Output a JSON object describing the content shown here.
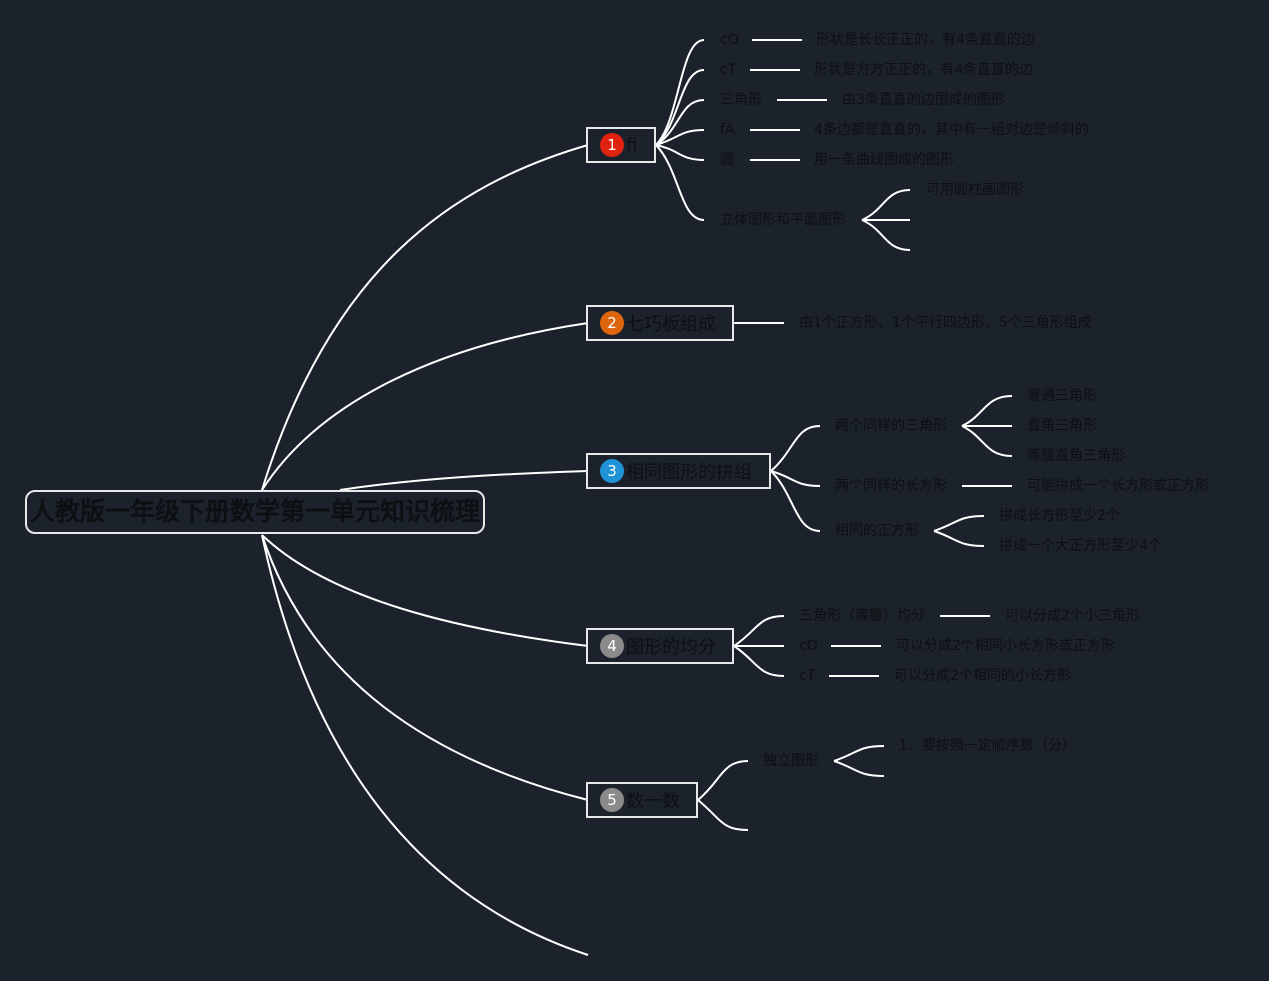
{
  "root": {
    "title": "人教版一年级下册数学第一单元知识梳理"
  },
  "branches": [
    {
      "num": "1",
      "color": "#e0220f",
      "title": "fi"
    },
    {
      "num": "2",
      "color": "#e0650f",
      "title": "七巧板组成"
    },
    {
      "num": "3",
      "color": "#1f93d6",
      "title": "相同图形的拼组"
    },
    {
      "num": "4",
      "color": "#8b8b8b",
      "title": "图形的均分"
    },
    {
      "num": "5",
      "color": "#8b8b8b",
      "title": "数一数"
    }
  ],
  "labels": {
    "b1_co": "cO",
    "b1_co_desc": "形状是长长正正的，有4条直直的边",
    "b1_ct": "cT",
    "b1_ct_desc": "形状是方方正正的，有4条直直的边",
    "b1_tri": "三角形",
    "b1_tri_desc": "由3条直直的边围成的图形",
    "b1_fa": "fA",
    "b1_fa_desc": "4条边都是直直的，其中有一组对边是倾斜的",
    "b1_circle": "圆",
    "b1_circle_desc": "用一条曲线围成的图形",
    "b1_solid": "立体图形和平面图形",
    "b1_solid_sub1": "可用圆柱画圆形",
    "b2_desc": "由1个正方形、1个平行四边形、5个三角形组成",
    "b3_tri": "两个同样的三角形",
    "b3_tri_1": "普通三角形",
    "b3_tri_2": "直角三角形",
    "b3_tri_3": "等腰直角三角形",
    "b3_rect": "两个同样的长方形",
    "b3_rect_desc": "可能拼成一个长方形或正方形",
    "b3_sq": "相同的正方形",
    "b3_sq_1": "拼成长方形至少2个",
    "b3_sq_2": "拼成一个大正方形至少4个",
    "b4_tri": "三角形（等腰）均分",
    "b4_tri_desc": "可以分成2个小三角形",
    "b4_co": "cO",
    "b4_co_desc": "可以分成2个相同小长方形或正方形",
    "b4_ct": "cT",
    "b4_ct_desc": "可以分成2个相同的小长方形",
    "b5_indep": "独立图形",
    "b5_indep_1": "1、要按照一定顺序数（分）"
  }
}
